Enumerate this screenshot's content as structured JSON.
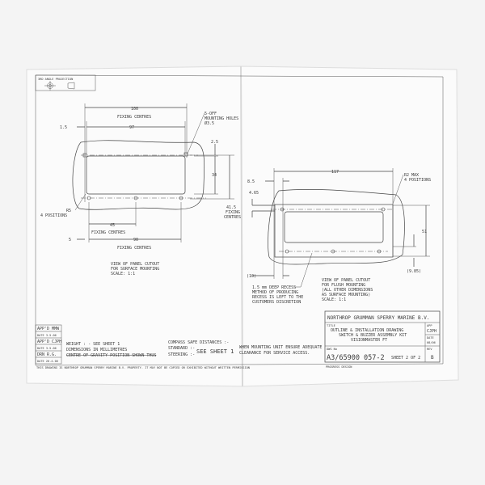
{
  "projection": {
    "label": "3RD ANGLE PROJECTION"
  },
  "surface_view": {
    "dim_100": "100",
    "fixing_centres": "FIXING CENTRES",
    "dim_97": "97",
    "dim_1_5": "1.5",
    "holes_note": [
      "5-OFF",
      "MOUNTING HOLES",
      "Ø3.5"
    ],
    "dim_2_5": "2.5",
    "dim_34": "34",
    "dim_41_5": [
      "41.5",
      "FIXING",
      "CENTRES"
    ],
    "r5": [
      "R5",
      "4 POSITIONS"
    ],
    "dim_45": "45",
    "dim_5": "5",
    "dim_90": "90",
    "caption": [
      "VIEW OF PANEL CUTOUT",
      "FOR SURFACE MOUNTING",
      "SCALE: 1:1"
    ]
  },
  "flush_view": {
    "dim_117": "117",
    "dim_8_5": "8.5",
    "dim_4_65": "4.65",
    "r2": [
      "R2 MAX",
      "4 POSITIONS"
    ],
    "dim_51": "51",
    "dim_9_85": "(9.85)",
    "dim_10": "(10)",
    "recess_note": [
      "1.5 mm DEEP RECESS",
      "METHOD OF PRODUCING",
      "RECESS IS LEFT TO THE",
      "CUSTOMERS DISCRETION"
    ],
    "caption": [
      "VIEW OF PANEL CUTOUT",
      "FOR FLUSH MOUNTING",
      "(ALL OTHER DIMENSIONS",
      "AS SURFACE MOUNTING)",
      "SCALE: 1:1"
    ]
  },
  "approvals": [
    "APP'D MMW",
    "DATE 3.5.06",
    "APP'D CJPH",
    "DATE 3.5.06",
    "DRN R.G.",
    "DATE 26.4.06"
  ],
  "notes": {
    "weight": "WEIGHT : - SEE SHEET 1",
    "dimensions": "DIMENSIONS IN MILLIMETRES",
    "cog": "CENTRE OF GRAVITY POSITION SHOWN THUS",
    "compass": "COMPASS SAFE DISTANCES :-",
    "standard": "STANDARD :-",
    "steering": "STEERING :-",
    "see_sheet": "SEE SHEET 1",
    "clearance": [
      "WHEN MOUNTING UNIT ENSURE ADEQUATE",
      "CLEARANCE FOR SERVICE ACCESS."
    ],
    "property": "THIS DRAWING IS NORTHROP GRUMMAN SPERRY MARINE B.V. PROPERTY. IT MAY NOT BE COPIED OR EXHIBITED WITHOUT WRITTEN PERMISSION"
  },
  "title_block": {
    "company": "NORTHROP GRUMMAN SPERRY MARINE B.V.",
    "title_label": "TITLE",
    "title": [
      "OUTLINE & INSTALLATION DRAWING",
      "SWITCH & BUZZER ASSEMBLY KIT",
      "VISIONMASTER FT"
    ],
    "app_label": "APP",
    "app": "CJPH",
    "date_label": "DATE",
    "date": "08/06",
    "dwg_label": "DWG No",
    "dwg_no": "A3/65900 057-2",
    "sheet": "SHEET 2 OF 2",
    "rev_label": "REV",
    "rev": "B",
    "footer": "PROGRESS DESIGN"
  }
}
